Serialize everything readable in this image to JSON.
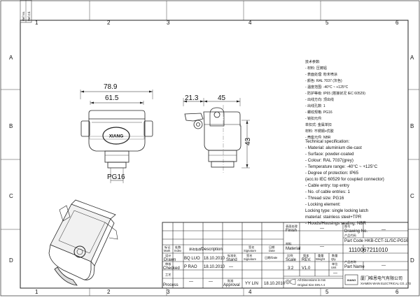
{
  "sheet": {
    "zones_top": [
      "1",
      "2",
      "3",
      "4",
      "5",
      "6"
    ],
    "zones_side": [
      "A",
      "B",
      "C",
      "D"
    ],
    "corner_stamp": [
      "Ref.No.",
      "Ref.Cd."
    ]
  },
  "front_view": {
    "dim_outer": "78.9",
    "dim_inner": "61.5",
    "cable_label": "PG16",
    "logo_text": "XIANG"
  },
  "side_view": {
    "dim_a": "21.3",
    "dim_b": "45",
    "dim_h": "43"
  },
  "spec_cn": [
    "技术参数:",
    "- 材料: 压铸铝",
    "- 表面处理: 粉末喷涂",
    "- 颜色: RAL 7037 (灰色)",
    "- 温度范围: -40°C ~ +125°C",
    "- 防护等级: IP65 (搭接状况 IEC 60529)",
    "- 出线方向: 顶出线",
    "- 出线孔数: 1",
    "- 螺纹规格: PG16",
    "- 锁扣元件:",
    "   单扣式: 金属单扣",
    "   材料: 不锈钢+优胶",
    "- 壳座元件: NBR"
  ],
  "spec_en": [
    "Technical specification:",
    "- Material: aluminium die-cast",
    "- Surface: powder-coated",
    "- Colour: RAL 7037(grey)",
    "- Temperature range: -40°C ~ +125°C",
    "- Degree of protection: IP65",
    "  (acc.to IEC 60529 for coupled connector)",
    "- Cable entry: top entry",
    "- No. of cable entries: 1",
    "- Thread size: PG16",
    "- Locking element:",
    "     Locking type: single locking latch",
    "     material: stainless steel+TPR",
    "- Hoods/Housings sealing: NBR"
  ],
  "title_block": {
    "finish_cn": "表面处理",
    "finish_en": "Finish",
    "finish_val": "—",
    "material_cn": "材料",
    "material_en": "Material",
    "material_val": "—",
    "drawing_no_cn": "图号",
    "drawing_no_en": "Drawing No.",
    "drawing_no_val": "—",
    "part_code_cn": "产品代码",
    "part_code_en": "Part Code",
    "part_code_val": "HKB-CCT-1L/SC-PG16",
    "part_no_val": "1110067211010",
    "part_name_cn": "产品名称",
    "part_name_en": "Part Name",
    "part_name_val": "—",
    "mark_cn": "标记",
    "mark_en": "Mark",
    "index_cn": "处数",
    "index_en": "Index",
    "desc_cn": "更改描述",
    "desc_en": "/Description",
    "sign_cn": "签名",
    "sign_en": "Signature",
    "date_cn": "日期",
    "date_en": "Date",
    "sign2_cn": "签名",
    "sign2_en": "Signature",
    "date2_cn": "日期/Date",
    "drawn_cn": "设计",
    "drawn_en": "Drawn",
    "drawn_by": "BQ LUO",
    "drawn_date": "18.10.2010",
    "checked_cn": "审核",
    "checked_en": "Checked",
    "checked_by": "P RAO",
    "checked_date": "18.10.2010",
    "process_cn": "工艺",
    "process_en": "Process",
    "stand_cn": "标准化",
    "stand_en": "Stand",
    "approval_cn": "批准",
    "approval_en": "Approval",
    "approval_by": "YY LIN",
    "approval_date": "18.10.2010",
    "dash": "—",
    "scale_cn": "比例",
    "scale_en": "Scale",
    "scale_val": "3:2",
    "rev_cn": "版本",
    "rev_en": "REV.",
    "rev_val": "V1.0",
    "weight_cn": "重量",
    "weight_en": "Weight",
    "qty_cn": "数量",
    "qty_en": "Qty.",
    "unit_cn": "单位",
    "unit_en": "Unit",
    "dims_note_1": "All Dimensions in mm",
    "dims_note_2": "Original Size DIN A 4",
    "company_logo": "XIANG",
    "company_cn": "厦门唯恩电气有限公司",
    "company_en": "XIAMEN WAIN ELECTRICAL CO.,LTD"
  }
}
